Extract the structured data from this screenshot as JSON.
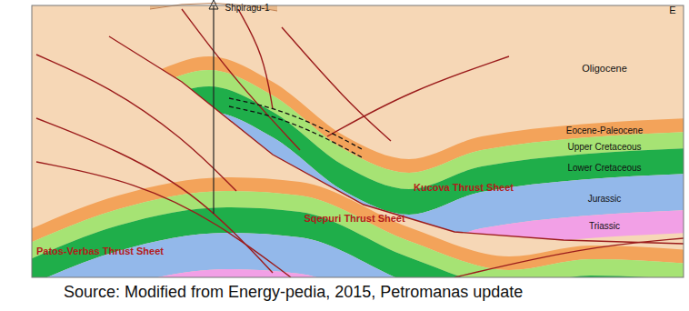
{
  "diagram": {
    "caption": "Source: Modified from Energy-pedia, 2015, Petromanas update",
    "labels": [
      "Shpiragu-1",
      "E",
      "Oligocene",
      "Eocene-Paleocene",
      "Upper Cretaceous",
      "Lower Cretaceous",
      "Jurassic",
      "Triassic",
      "Kucova Thrust Sheet",
      "Sqepuri Thrust Sheet",
      "Patos-Verbas Thrust Sheet"
    ]
  }
}
